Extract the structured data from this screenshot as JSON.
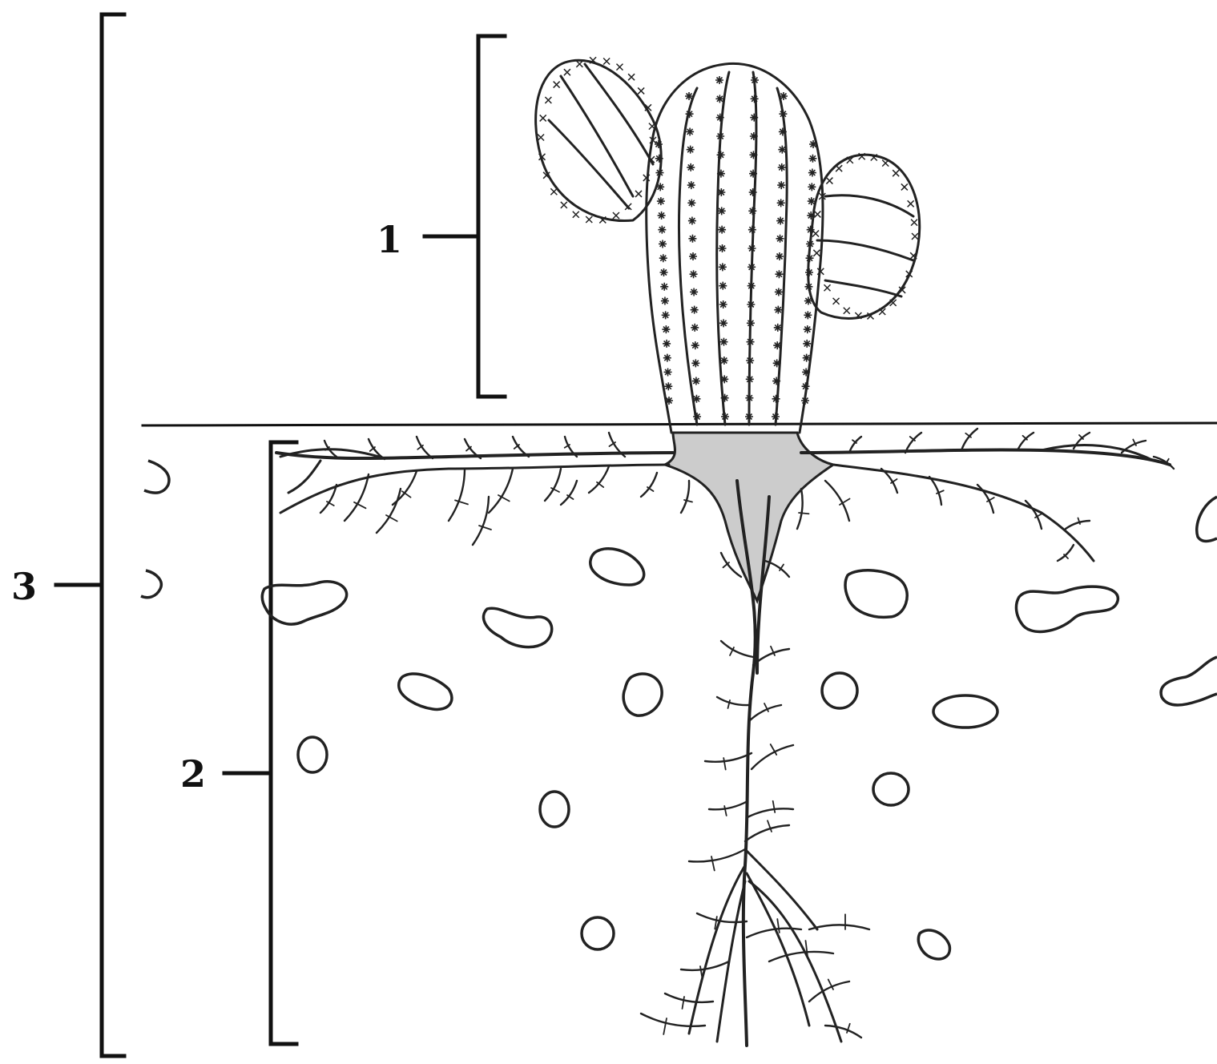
{
  "diagram": {
    "labels": {
      "shoot_system": "1",
      "root_system": "2",
      "whole_plant": "3"
    },
    "colors": {
      "ink": "#111111",
      "root_crown_fill": "#cccccc",
      "background": "#ffffff"
    }
  }
}
